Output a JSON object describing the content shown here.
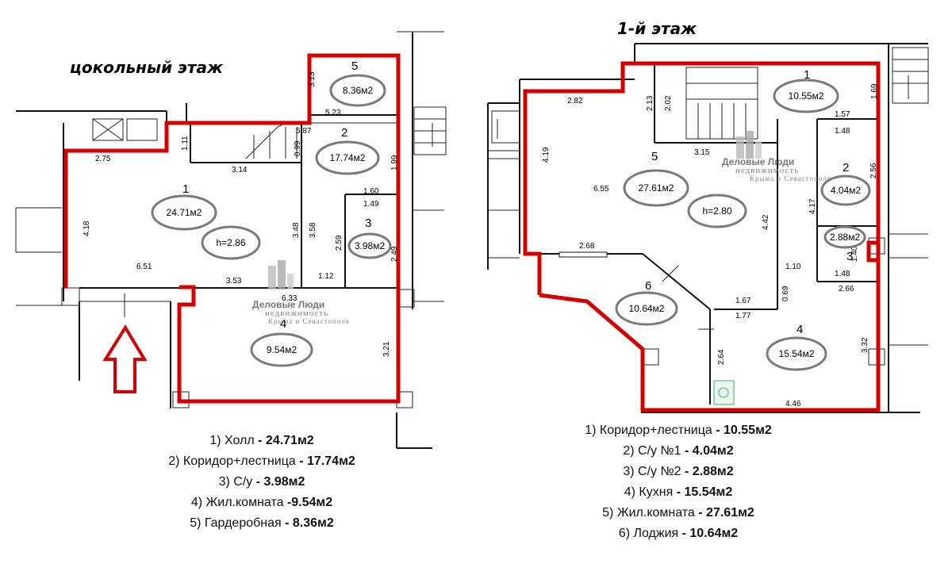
{
  "left_plan": {
    "title": "цокольный этаж",
    "rooms": [
      {
        "num": "1",
        "area": "24.71м2"
      },
      {
        "num": "2",
        "area": "17.74м2"
      },
      {
        "num": "3",
        "area": "3.98м2"
      },
      {
        "num": "4",
        "area": "9.54м2"
      },
      {
        "num": "5",
        "area": "8.36м2"
      }
    ],
    "height": "h=2.86",
    "dims": [
      "2.75",
      "1.11",
      "5.87",
      "0.99",
      "3.14",
      "5.23",
      "3.13",
      "1.99",
      "4.18",
      "3.48",
      "3.58",
      "1.60",
      "1.49",
      "2.59",
      "2.49",
      "6.51",
      "3.53",
      "1.12",
      "6.33",
      "3.21"
    ],
    "legend": [
      {
        "label": "1) Холл ",
        "value": "- 24.71м2"
      },
      {
        "label": "2) Коридор+лестница ",
        "value": "- 17.74м2"
      },
      {
        "label": "3) С/у ",
        "value": "- 3.98м2"
      },
      {
        "label": "4) Жил.комната ",
        "value": "-9.54м2"
      },
      {
        "label": "5) Гардеробная ",
        "value": "- 8.36м2"
      }
    ]
  },
  "right_plan": {
    "title": "1-й этаж",
    "rooms": [
      {
        "num": "1",
        "area": "10.55м2"
      },
      {
        "num": "2",
        "area": "4.04м2"
      },
      {
        "num": "3",
        "area": "2.88м2"
      },
      {
        "num": "4",
        "area": "15.54м2"
      },
      {
        "num": "5",
        "area": "27.61м2"
      },
      {
        "num": "6",
        "area": "10.64м2"
      }
    ],
    "height": "h=2.80",
    "dims": [
      "2.82",
      "2.13",
      "2.02",
      "1.69",
      "1.57",
      "1.48",
      "4.19",
      "3.15",
      "6.55",
      "2.56",
      "4.17",
      "4.42",
      "2.68",
      "1.48",
      "1.40",
      "1.10",
      "0.69",
      "2.66",
      "1.67",
      "1.77",
      "2.64",
      "3.32",
      "4.46"
    ],
    "legend": [
      {
        "label": "1) Коридор+лестница ",
        "value": "- 10.55м2"
      },
      {
        "label": "2) С/у №1 ",
        "value": "- 4.04м2"
      },
      {
        "label": "3) С/у №2 ",
        "value": "- 2.88м2"
      },
      {
        "label": "4) Кухня ",
        "value": "- 15.54м2"
      },
      {
        "label": "5) Жил.комната ",
        "value": "- 27.61м2"
      },
      {
        "label": "6) Лоджия ",
        "value": "- 10.64м2"
      }
    ]
  },
  "watermark": {
    "line1": "Деловые Люди",
    "line2": "недвижимость",
    "line3": "Крыма и Севастополя"
  },
  "colors": {
    "outline": "#d40000",
    "ellipse": "#7a7a7a",
    "wall": "#111111"
  }
}
